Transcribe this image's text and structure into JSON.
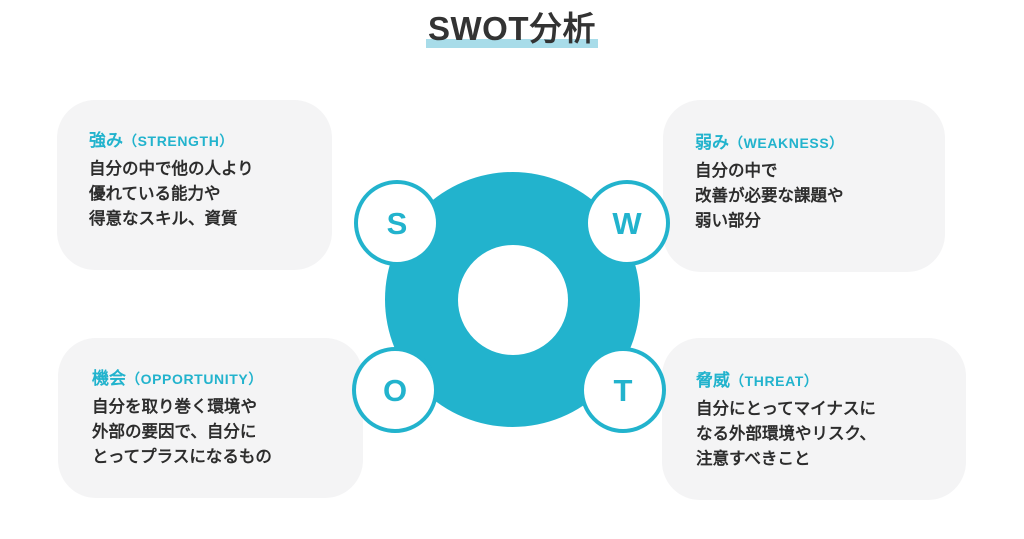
{
  "title": {
    "text": "SWOT分析",
    "highlight_color": "#a8dce9"
  },
  "theme": {
    "accent": "#22b3cd",
    "card_bg": "#f4f4f5",
    "text": "#2d2d2d",
    "background": "#ffffff"
  },
  "quadrants": {
    "strength": {
      "label_ja": "強み",
      "label_en": "（STRENGTH）",
      "description": "自分の中で他の人より\n優れている能力や\n得意なスキル、資質",
      "letter": "S"
    },
    "weakness": {
      "label_ja": "弱み",
      "label_en": "（WEAKNESS）",
      "description": "自分の中で\n改善が必要な課題や\n弱い部分",
      "letter": "W"
    },
    "opportunity": {
      "label_ja": "機会",
      "label_en": "（OPPORTUNITY）",
      "description": "自分を取り巻く環境や\n外部の要因で、自分に\nとってプラスになるもの",
      "letter": "O"
    },
    "threat": {
      "label_ja": "脅威",
      "label_en": "（THREAT）",
      "description": "自分にとってマイナスに\nなる外部環境やリスク、\n注意すべきこと",
      "letter": "T"
    }
  }
}
